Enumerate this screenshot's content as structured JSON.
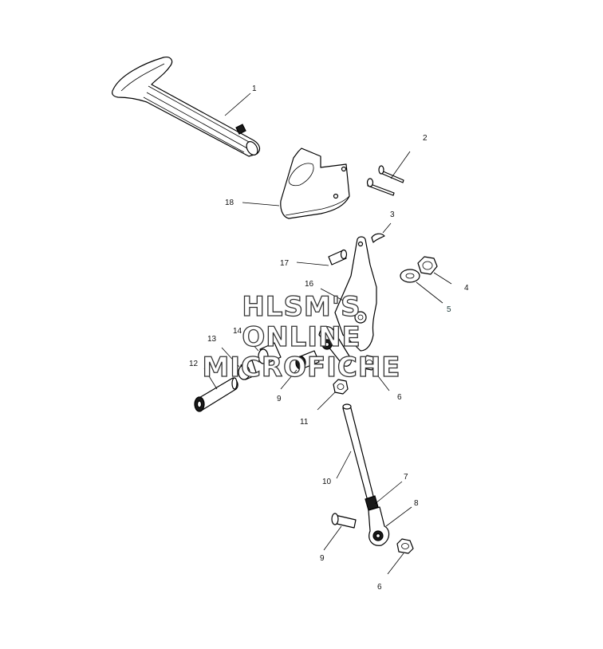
{
  "watermark": {
    "line1": "HLSM'S",
    "line2": "ONLINE",
    "line3": "MICROFICHE"
  },
  "callouts": [
    {
      "id": "c1",
      "label": "1"
    },
    {
      "id": "c2",
      "label": "2"
    },
    {
      "id": "c3",
      "label": "3"
    },
    {
      "id": "c4",
      "label": "4"
    },
    {
      "id": "c5",
      "label": "5"
    },
    {
      "id": "c6a",
      "label": "6"
    },
    {
      "id": "c6b",
      "label": "6"
    },
    {
      "id": "c7",
      "label": "7"
    },
    {
      "id": "c8",
      "label": "8"
    },
    {
      "id": "c9a",
      "label": "9"
    },
    {
      "id": "c9b",
      "label": "9"
    },
    {
      "id": "c10",
      "label": "10"
    },
    {
      "id": "c11",
      "label": "11"
    },
    {
      "id": "c12",
      "label": "12"
    },
    {
      "id": "c13",
      "label": "13"
    },
    {
      "id": "c14",
      "label": "14"
    },
    {
      "id": "c16",
      "label": "16"
    },
    {
      "id": "c17",
      "label": "17"
    },
    {
      "id": "c18",
      "label": "18"
    }
  ],
  "colors": {
    "line": "#000000",
    "background": "#ffffff",
    "watermark_outline": "#333333"
  }
}
